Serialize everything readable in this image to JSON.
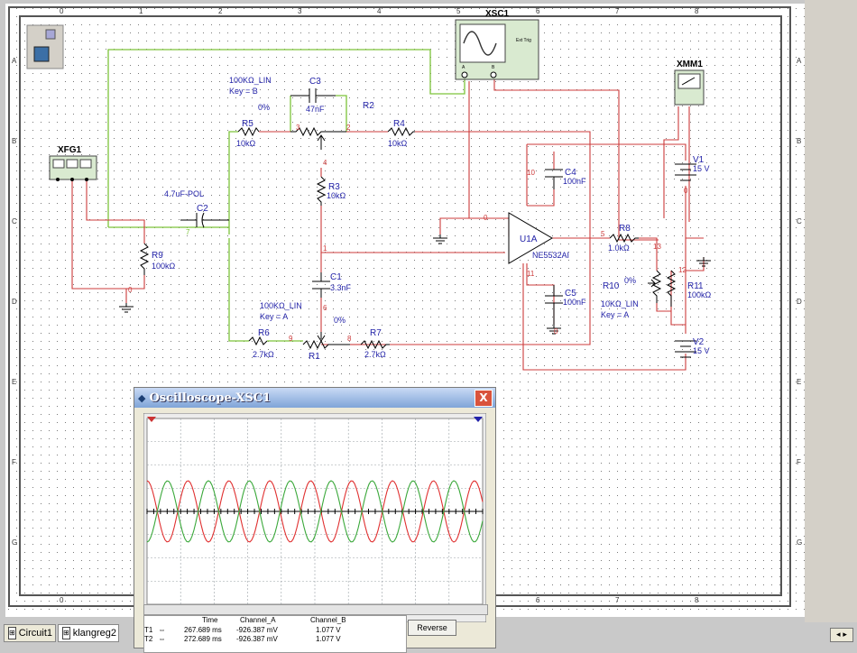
{
  "ruler": {
    "cols": [
      "0",
      "1",
      "2",
      "3",
      "4",
      "5",
      "6",
      "7",
      "8"
    ],
    "rows": [
      "A",
      "B",
      "C",
      "D",
      "E",
      "F",
      "G"
    ]
  },
  "components": {
    "xsc1": "XSC1",
    "xsc1_label": "Ext Trig",
    "xsc1_ch_a": "A",
    "xsc1_ch_b": "B",
    "xmm1": "XMM1",
    "xfg1": "XFG1",
    "r5": "R5",
    "r5_val": "10kΩ",
    "r4": "R4",
    "r4_val": "10kΩ",
    "r2": "R2",
    "r2_val": "100KΩ_LIN",
    "r2_key": "Key = B",
    "r2_pct": "0%",
    "c3": "C3",
    "c3_val": "47nF",
    "c2": "C2",
    "c2_val": "4.7uF-POL",
    "r9": "R9",
    "r9_val": "100kΩ",
    "r3": "R3",
    "r3_val": "10kΩ",
    "c1": "C1",
    "c1_val": "3.3nF",
    "r1": "R1",
    "r1_val": "100KΩ_LIN",
    "r1_key": "Key = A",
    "r1_pct": "0%",
    "r6": "R6",
    "r6_val": "2.7kΩ",
    "r7": "R7",
    "r7_val": "2.7kΩ",
    "c4": "C4",
    "c4_val": "100nF",
    "c5": "C5",
    "c5_val": "100nF",
    "u1": "U1A",
    "u1_val": "NE5532AI",
    "r8": "R8",
    "r8_val": "1.0kΩ",
    "r10": "R10",
    "r10_val": "10KΩ_LIN",
    "r10_key": "Key = A",
    "r10_pct": "0%",
    "r11": "R11",
    "r11_val": "100kΩ",
    "v1": "V1",
    "v1_val": "15 V",
    "v2": "V2",
    "v2_val": "15 V"
  },
  "nodes": [
    "0",
    "3",
    "2",
    "4",
    "7",
    "1",
    "9",
    "6",
    "8",
    "10",
    "5",
    "13",
    "12",
    "11",
    "0",
    "0",
    "0"
  ],
  "tabs": [
    {
      "label": "Circuit1"
    },
    {
      "label": "klangreg2"
    }
  ],
  "oscilloscope": {
    "title": "Oscilloscope-XSC1",
    "close": "X",
    "headers": {
      "time": "Time",
      "a": "Channel_A",
      "b": "Channel_B"
    },
    "rows": [
      {
        "cursor": "T1",
        "time": "267.689 ms",
        "a": "-926.387 mV",
        "b": "1.077 V"
      },
      {
        "cursor": "T2",
        "time": "272.689 ms",
        "a": "-926.387 mV",
        "b": "1.077 V"
      }
    ],
    "reverse": "Reverse",
    "colors": {
      "channel_a": "#e03030",
      "channel_b": "#3aa83a",
      "screen": "#ffffff",
      "grid": "#9aa0a6"
    }
  },
  "colors": {
    "wire_green": "#7dc43a",
    "wire_red": "#cc3b3b",
    "part_blue": "#2323a8"
  }
}
